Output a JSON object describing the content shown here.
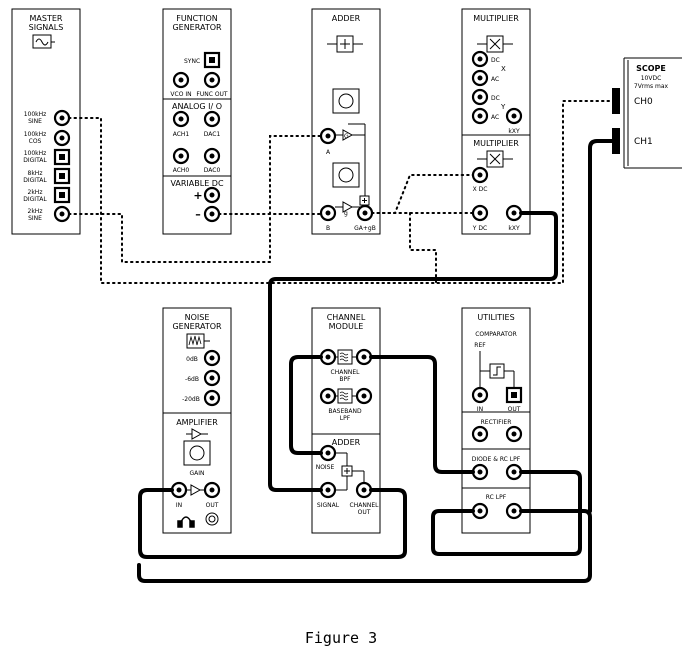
{
  "modules": {
    "master_signals": {
      "title1": "MASTER",
      "title2": "SIGNALS",
      "labels": [
        [
          "100kHz",
          "SINE"
        ],
        [
          "100kHz",
          "COS"
        ],
        [
          "100kHz",
          "DIGITAL"
        ],
        [
          "8kHz",
          "DIGITAL"
        ],
        [
          "2kHz",
          "DIGITAL"
        ],
        [
          "2kHz",
          "SINE"
        ]
      ]
    },
    "function_generator": {
      "title1": "FUNCTION",
      "title2": "GENERATOR",
      "sync": "SYNC",
      "vco_in": "VCO IN",
      "func_out": "FUNC OUT",
      "analog_io": "ANALOG I/ O",
      "ach1": "ACH1",
      "dac1": "DAC1",
      "ach0": "ACH0",
      "dac0": "DAC0",
      "variable_dc": "VARIABLE DC",
      "plus": "+",
      "minus": "–"
    },
    "adder_top": {
      "title": "ADDER",
      "a": "A",
      "b": "B",
      "g": "G",
      "g2": "g",
      "out": "GA+gB"
    },
    "multiplier_1": {
      "title": "MULTIPLIER",
      "dc1": "DC",
      "ac1": "AC",
      "x": "X",
      "dc2": "DC",
      "ac2": "AC",
      "y": "Y",
      "kxy": "kXY"
    },
    "multiplier_2": {
      "title": "MULTIPLIER",
      "xdc": "X DC",
      "ydc": "Y DC",
      "kxy": "kXY"
    },
    "scope": {
      "title": "SCOPE",
      "spec1": "10VDC",
      "spec2": "7Vrms max",
      "ch0": "CH0",
      "ch1": "CH1"
    },
    "noise_generator": {
      "title1": "NOISE",
      "title2": "GENERATOR",
      "levels": [
        "0dB",
        "-6dB",
        "-20dB"
      ],
      "amplifier": "AMPLIFIER",
      "gain": "GAIN",
      "in": "IN",
      "out": "OUT"
    },
    "channel_module": {
      "title1": "CHANNEL",
      "title2": "MODULE",
      "bpf1": "CHANNEL",
      "bpf2": "BPF",
      "lpf1": "BASEBAND",
      "lpf2": "LPF",
      "adder": "ADDER",
      "noise": "NOISE",
      "signal": "SIGNAL",
      "chout1": "CHANNEL",
      "chout2": "OUT"
    },
    "utilities": {
      "title": "UTILITIES",
      "comparator": "COMPARATOR",
      "ref": "REF",
      "in": "IN",
      "out": "OUT",
      "rectifier": "RECTIFIER",
      "diode_rc_lpf": "DIODE & RC LPF",
      "rc_lpf": "RC LPF"
    }
  },
  "caption": "Figure 3"
}
